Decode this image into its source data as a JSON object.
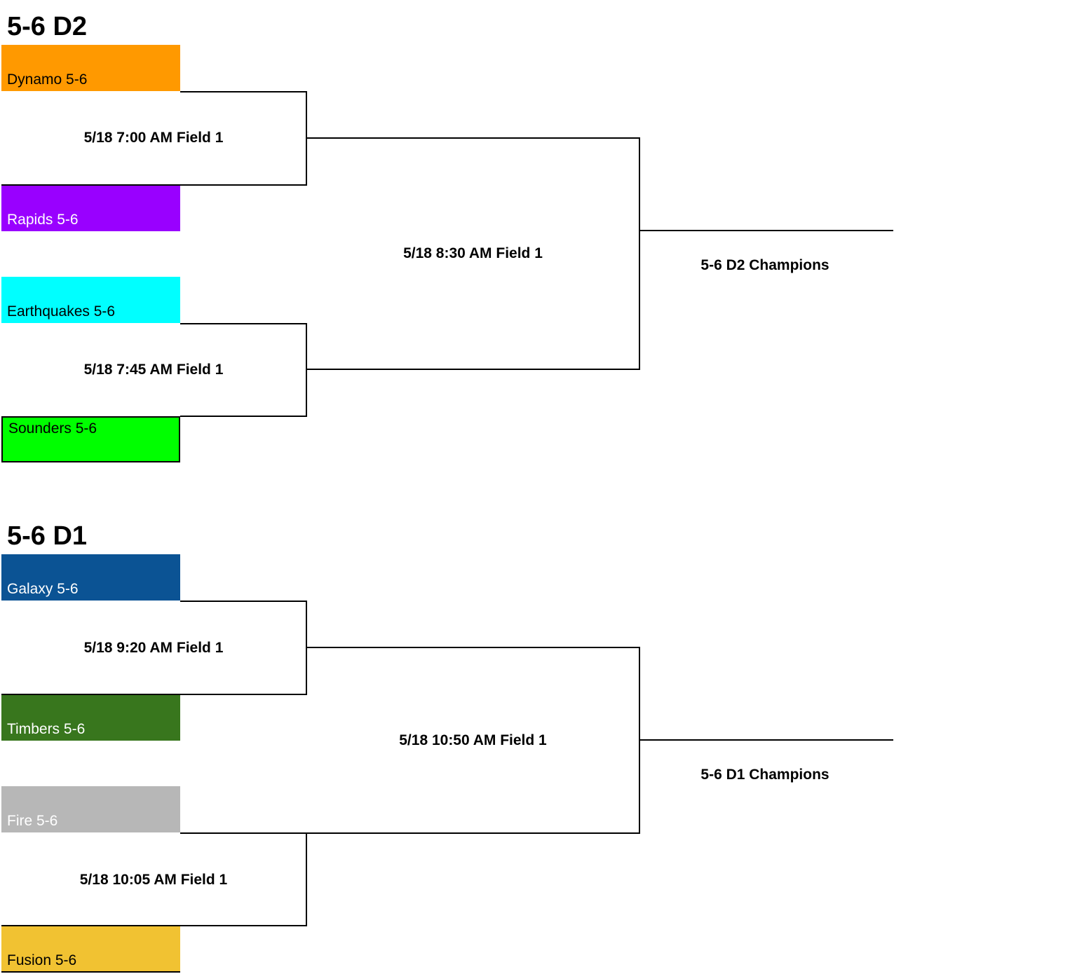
{
  "colors": {
    "line": "#000000",
    "background": "#ffffff"
  },
  "brackets": [
    {
      "title": "5-6 D2",
      "teams": [
        {
          "name": "Dynamo 5-6",
          "color": "#ff9900",
          "text_color": "#000000"
        },
        {
          "name": "Rapids 5-6",
          "color": "#9900ff",
          "text_color": "#ffffff"
        },
        {
          "name": "Earthquakes 5-6",
          "color": "#00ffff",
          "text_color": "#000000"
        },
        {
          "name": "Sounders 5-6",
          "color": "#00ff00",
          "text_color": "#000000"
        }
      ],
      "games": [
        "5/18 7:00 AM Field 1",
        "5/18 7:45 AM Field 1",
        "5/18 8:30 AM Field 1"
      ],
      "champion_label": "5-6 D2 Champions"
    },
    {
      "title": "5-6 D1",
      "teams": [
        {
          "name": "Galaxy 5-6",
          "color": "#0b5394",
          "text_color": "#ffffff"
        },
        {
          "name": "Timbers 5-6",
          "color": "#38761d",
          "text_color": "#ffffff"
        },
        {
          "name": "Fire 5-6",
          "color": "#b7b7b7",
          "text_color": "#ffffff"
        },
        {
          "name": "Fusion 5-6",
          "color": "#f1c232",
          "text_color": "#000000"
        }
      ],
      "games": [
        "5/18 9:20 AM Field 1",
        "5/18 10:05 AM Field 1",
        "5/18 10:50 AM Field 1"
      ],
      "champion_label": "5-6 D1 Champions"
    }
  ]
}
